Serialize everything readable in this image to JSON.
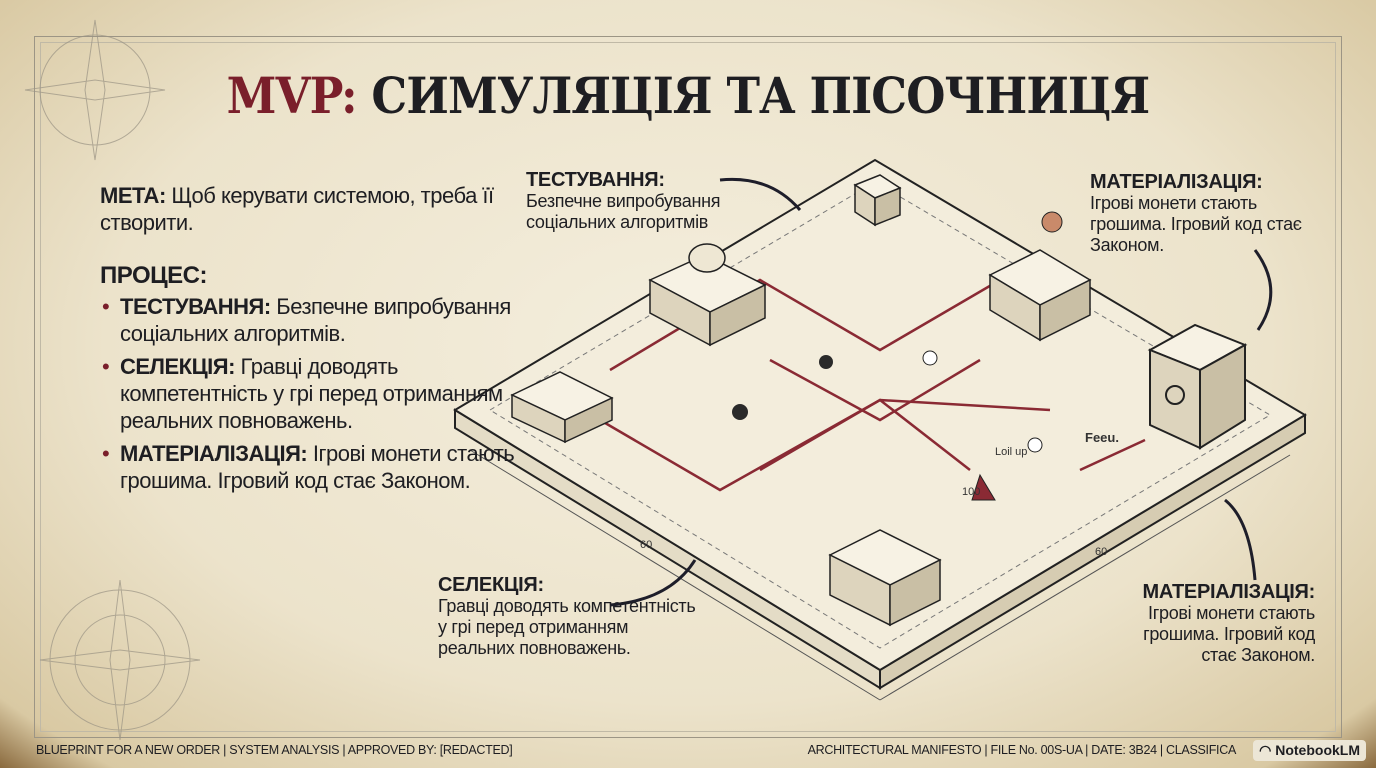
{
  "title": {
    "prefix": "MVP:",
    "main": " СИМУЛЯЦІЯ ТА ПІСОЧНИЦЯ"
  },
  "left": {
    "goal_label": "МЕТА:",
    "goal_text": " Щоб керувати системою, треба її створити.",
    "process_label": "ПРОЦЕС:",
    "items": [
      {
        "label": "ТЕСТУВАННЯ:",
        "text": " Безпечне випробування соціальних алгоритмів."
      },
      {
        "label": "СЕЛЕКЦІЯ:",
        "text": " Гравці доводять компетентність у грі перед отриманням реальних повноважень."
      },
      {
        "label": "МАТЕРІАЛІЗАЦІЯ:",
        "text": " Ігрові монети стають грошима. Ігровий код стає Законом."
      }
    ]
  },
  "callouts": {
    "testing": {
      "label": "ТЕСТУВАННЯ:",
      "text": "Безпечне випробування соціальних алгоритмів"
    },
    "material_top": {
      "label": "МАТЕРІАЛІЗАЦІЯ:",
      "text": "Ігрові монети стають грошима. Ігровий код стає Законом."
    },
    "selection": {
      "label": "СЕЛЕКЦІЯ:",
      "text": "Гравці доводять компетентність у грі перед отриманням реальних повноважень."
    },
    "material_bottom": {
      "label": "МАТЕРІАЛІЗАЦІЯ:",
      "text": "Ігрові монети стають грошима. Ігровий код стає Законом."
    }
  },
  "board_labels": {
    "level_up": "Loil up",
    "feed": "Feeu.",
    "dim_1": "100",
    "dim_2": "60",
    "dim_3": "60"
  },
  "footer": {
    "left": "BLUEPRINT FOR A NEW ORDER | SYSTEM ANALYSIS | APPROVED BY: [REDACTED]",
    "right": "ARCHITECTURAL MANIFESTO | FILE No. 00S-UA | DATE: 3B24 | CLASSIFICA",
    "brand": "NotebookLM"
  },
  "colors": {
    "accent": "#7a1f2b",
    "ink": "#1e1e22",
    "paper": "#f1ead7"
  }
}
